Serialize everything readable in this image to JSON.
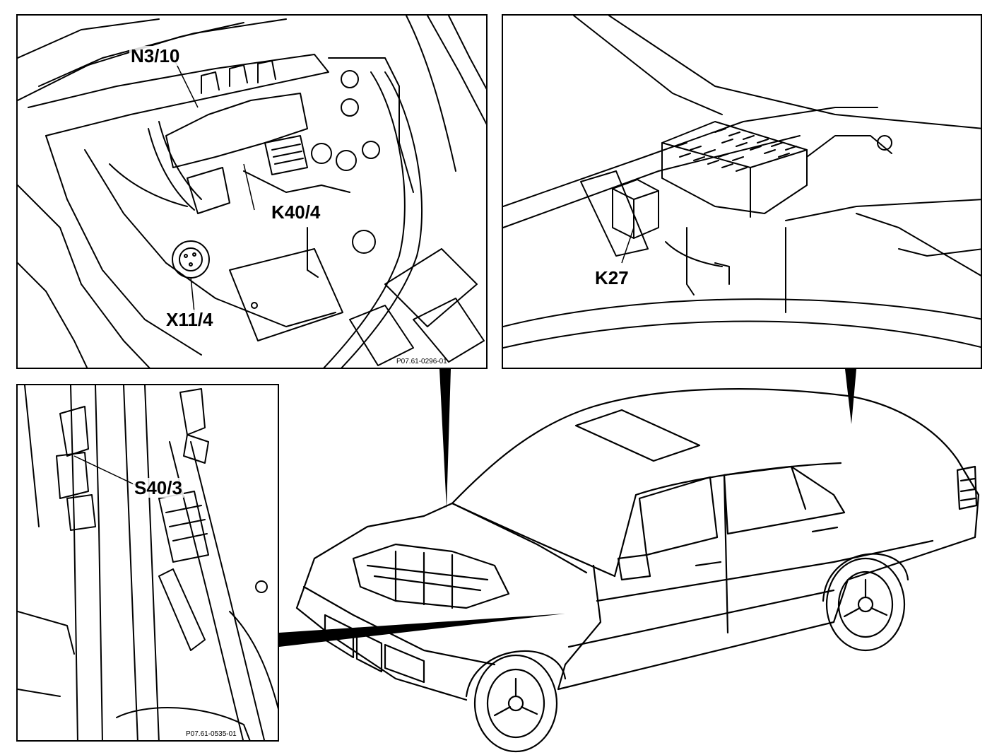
{
  "panels": {
    "engine": {
      "callouts": {
        "n3_10": "N3/10",
        "k40_4": "K40/4",
        "x11_4": "X11/4"
      },
      "ref_code": "P07.61-0296-01"
    },
    "fusebox": {
      "callouts": {
        "k27": "K27"
      }
    },
    "switch": {
      "callouts": {
        "s40_3": "S40/3"
      },
      "ref_code": "P07.61-0535-01"
    }
  }
}
